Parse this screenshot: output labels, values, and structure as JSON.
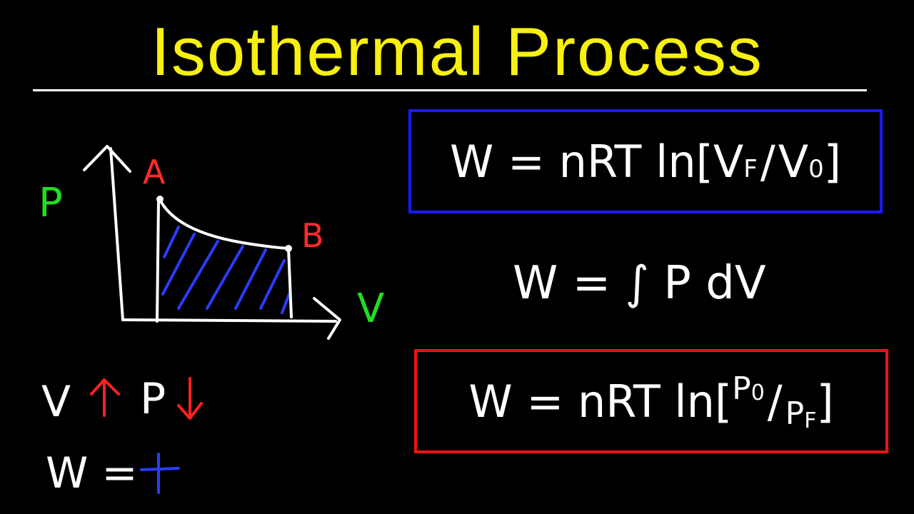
{
  "title": {
    "text": "Isothermal Process",
    "color": "#f7f011"
  },
  "graph": {
    "axis_p_label": "P",
    "axis_v_label": "V",
    "point_a_label": "A",
    "point_b_label": "B",
    "axis_label_color": "#22dd22",
    "point_label_color": "#ff2a2a",
    "hatch_color": "#2a3cff",
    "line_color": "#ffffff"
  },
  "relations": {
    "v_label": "V",
    "p_label": "P",
    "w_equals": "W =",
    "v_arrow": "up-arrow-icon",
    "p_arrow": "down-arrow-icon",
    "w_sign": "plus-icon",
    "arrow_color": "#ff2020",
    "sign_color": "#2a3cff"
  },
  "formulas": {
    "volume_form": {
      "text": "W = nRT ln[V",
      "sub_f": "F",
      "slash": "/",
      "v0": "V",
      "sub_0": "0",
      "close": "]",
      "border_color": "#1a1aff"
    },
    "integral_form": {
      "text": "W = ∫ P dV"
    },
    "pressure_form": {
      "text": "W = nRT ln[",
      "p0": "P",
      "sub_0": "0",
      "slash": "/",
      "pf": "P",
      "sub_f": "F",
      "close": "]",
      "border_color": "#ee1111"
    }
  }
}
